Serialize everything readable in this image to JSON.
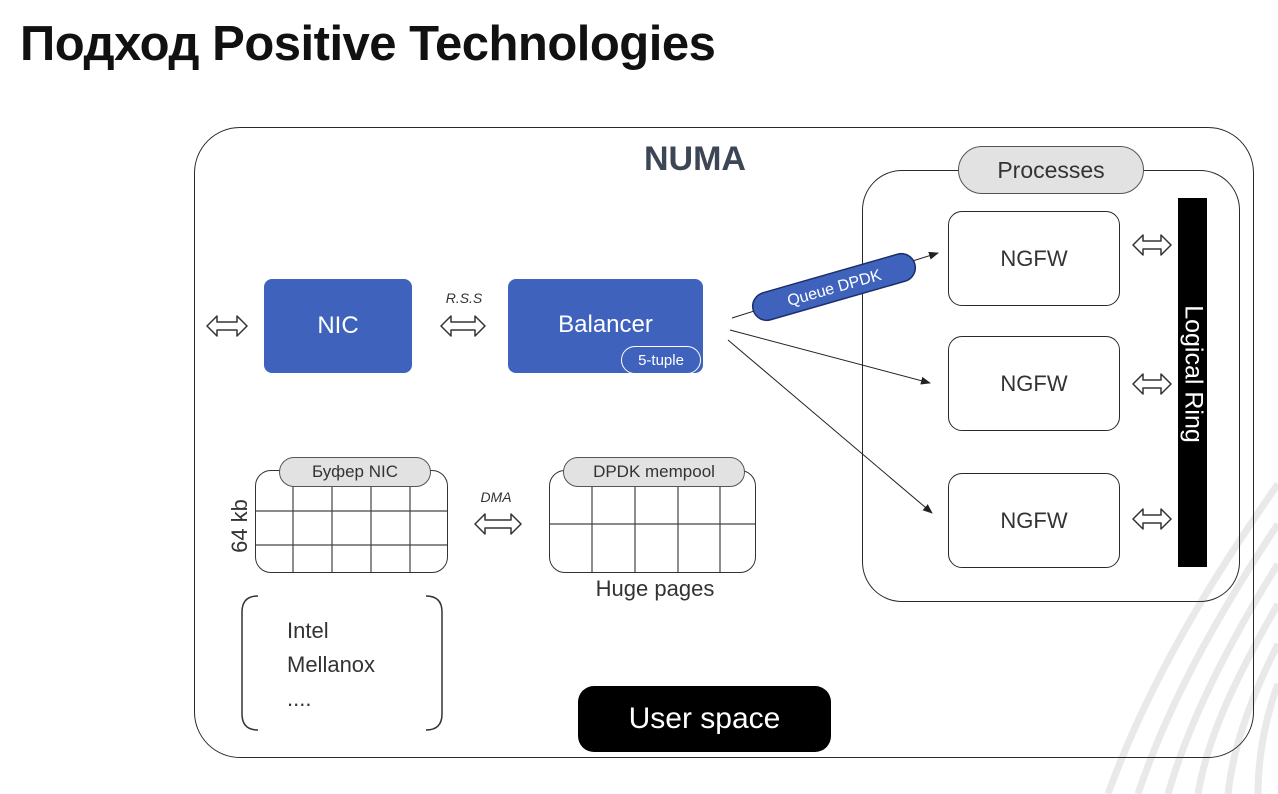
{
  "slide": {
    "title": "Подход Positive Technologies"
  },
  "diagram": {
    "numa_label": "NUMA",
    "nic_label": "NIC",
    "balancer_label": "Balancer",
    "tuple_tag": "5-tuple",
    "rss_label": "R.S.S",
    "queue_label": "Queue DPDK",
    "processes_label": "Processes",
    "ngfw_labels": [
      "NGFW",
      "NGFW",
      "NGFW"
    ],
    "logical_ring_label": "Logical Ring",
    "buffer_nic_label": "Буфер NIC",
    "buffer_size_label": "64 kb",
    "dma_label": "DMA",
    "dpdk_mempool_label": "DPDK mempool",
    "huge_pages_label": "Huge pages",
    "vendors": [
      "Intel",
      "Mellanox",
      "...."
    ],
    "user_space_label": "User space"
  },
  "colors": {
    "accent_blue": "#3f62bd",
    "pill_gray": "#e2e2e2",
    "black": "#000000"
  }
}
